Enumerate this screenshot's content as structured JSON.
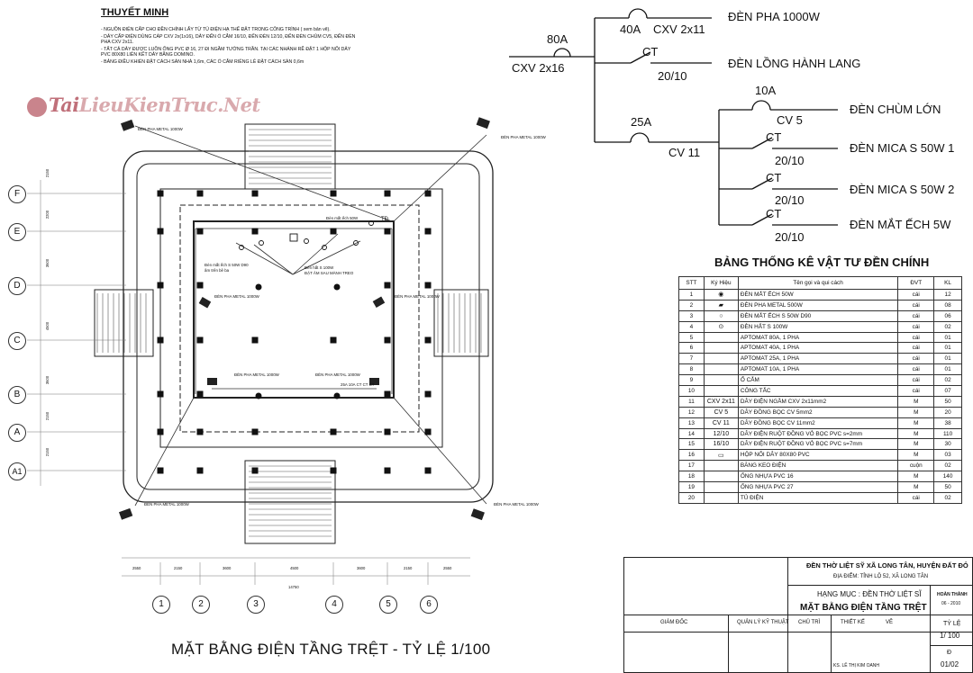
{
  "notes": {
    "title": "THUYẾT MINH",
    "items": [
      "- NGUỒN ĐIỆN CẤP CHO ĐỀN CHÍNH LẤY TỪ TỦ ĐIỆN HẠ THẾ ĐẶT TRONG CÔNG TRÌNH ( xem bản vẽ).",
      "- DÂY CẤP ĐIỆN DÙNG CÁP CXV 2x(1x16), DÂY ĐẾN Ổ CẮM 16/10, ĐẾN ĐÈN 12/10, ĐẾN ĐÈN CHÙM CV5, ĐẾN ĐÈN PHA CXV 2x11.",
      "- TẤT CẢ DÂY ĐƯỢC LUỒN ỐNG PVC Ø 16, 27  ĐI NGẦM TƯỜNG TRẦN. TẠI CÁC NHÁNH RẼ ĐẶT 1 HỘP NỐI DÂY PVC 80X80 LIÊN KẾT DÂY BẰNG DOMINO.",
      "- BẢNG ĐIỀU KHIỂN ĐẶT CÁCH SÀN NHÀ 1,6m, CÁC Ổ CẮM RIÊNG LẺ ĐẶT CÁCH SÀN 0,6m"
    ]
  },
  "watermark": {
    "prefix": "Tai",
    "rest": "LieuKienTruc.Net"
  },
  "schematic": {
    "main_breaker": "80A",
    "main_cable": "CXV 2x16",
    "b1_breaker": "40A",
    "b1_cable": "CXV 2x11",
    "b1_load": "ĐÈN PHA 1000W",
    "b2_switch": "CT",
    "b2_cable": "20/10",
    "b2_load": "ĐÈN LỒNG HÀNH LANG",
    "sub_breaker": "25A",
    "sub_cable": "CV 11",
    "s1_breaker": "10A",
    "s1_cable": "CV 5",
    "s1_load": "ĐÈN CHÙM LỚN",
    "s2_switch": "CT",
    "s2_cable": "20/10",
    "s2_load": "ĐÈN MICA S 50W 1",
    "s3_switch": "CT",
    "s3_cable": "20/10",
    "s3_load": "ĐÈN MICA S 50W 2",
    "s4_switch": "CT",
    "s4_cable": "20/10",
    "s4_load": "ĐÈN MẮT ẾCH 5W"
  },
  "materials": {
    "title": "BẢNG THỐNG KÊ VẬT TƯ ĐỀN CHÍNH",
    "headers": [
      "STT",
      "Ký Hiệu",
      "Tên gọi và qui cách",
      "ĐVT",
      "KL"
    ],
    "rows": [
      {
        "stt": "1",
        "sym": "◉",
        "name": "ĐÈN MẮT ẾCH 50W",
        "unit": "cái",
        "qty": "12"
      },
      {
        "stt": "2",
        "sym": "▰",
        "name": "ĐÈN PHA METAL 500W",
        "unit": "cái",
        "qty": "08"
      },
      {
        "stt": "3",
        "sym": "○",
        "name": "ĐÈN MẮT ẾCH S 50W D90",
        "unit": "cái",
        "qty": "06"
      },
      {
        "stt": "4",
        "sym": "⊙",
        "name": "ĐÈN HẮT S 100W",
        "unit": "cái",
        "qty": "02"
      },
      {
        "stt": "5",
        "sym": "",
        "name": "APTOMAT 80A, 1 PHA",
        "unit": "cái",
        "qty": "01"
      },
      {
        "stt": "6",
        "sym": "",
        "name": "APTOMAT 40A, 1 PHA",
        "unit": "cái",
        "qty": "01"
      },
      {
        "stt": "7",
        "sym": "",
        "name": "APTOMAT 25A, 1 PHA",
        "unit": "cái",
        "qty": "01"
      },
      {
        "stt": "8",
        "sym": "",
        "name": "APTOMAT 10A, 1 PHA",
        "unit": "cái",
        "qty": "01"
      },
      {
        "stt": "9",
        "sym": "",
        "name": "Ổ CẮM",
        "unit": "cái",
        "qty": "02"
      },
      {
        "stt": "10",
        "sym": "",
        "name": "CÔNG TẮC",
        "unit": "cái",
        "qty": "07"
      },
      {
        "stt": "11",
        "sym": "CXV 2x11",
        "name": "DÂY ĐIỆN NGẦM CXV 2x11mm2",
        "unit": "M",
        "qty": "50"
      },
      {
        "stt": "12",
        "sym": "CV 5",
        "name": "DÂY ĐỒNG BỌC CV 5mm2",
        "unit": "M",
        "qty": "20"
      },
      {
        "stt": "13",
        "sym": "CV 11",
        "name": "DÂY ĐỒNG BỌC CV 11mm2",
        "unit": "M",
        "qty": "38"
      },
      {
        "stt": "14",
        "sym": "12/10",
        "name": "DÂY ĐIỆN RUỘT ĐỒNG VỎ BỌC PVC s=2mm",
        "unit": "M",
        "qty": "110"
      },
      {
        "stt": "15",
        "sym": "16/10",
        "name": "DÂY ĐIỆN RUỘT ĐỒNG VỎ BỌC PVC s=7mm",
        "unit": "M",
        "qty": "30"
      },
      {
        "stt": "16",
        "sym": "▭",
        "name": "HỘP NỐI DÂY 80X80 PVC",
        "unit": "M",
        "qty": "03"
      },
      {
        "stt": "17",
        "sym": "",
        "name": "BĂNG KEO ĐIỆN",
        "unit": "cuộn",
        "qty": "02"
      },
      {
        "stt": "18",
        "sym": "",
        "name": "ỐNG NHỰA PVC 16",
        "unit": "M",
        "qty": "140"
      },
      {
        "stt": "19",
        "sym": "",
        "name": "ỐNG NHỰA PVC 27",
        "unit": "M",
        "qty": "50"
      },
      {
        "stt": "20",
        "sym": "",
        "name": "TỦ ĐIỆN",
        "unit": "cái",
        "qty": "02"
      }
    ]
  },
  "title_block": {
    "project": "ĐỀN THỜ LIỆT SỸ XÃ LONG TÂN, HUYỆN ĐẤT ĐỎ",
    "location": "ĐỊA ĐIỂM: TỈNH LỘ 52, XÃ LONG TÂN",
    "category": "HẠNG MỤC : ĐỀN THỜ LIỆT SĨ",
    "drawing": "MẶT BẰNG ĐIỆN TẦNG TRỆT",
    "completed": "HOÀN THÀNH",
    "date": "06 - 2010",
    "director": "GIÁM ĐỐC",
    "tech_manager": "QUẢN LÝ KỸ THUẬT",
    "chief": "CHỦ TRÌ",
    "designer": "THIẾT KẾ",
    "drafter": "VẼ",
    "scale_label": "TỶ LỆ",
    "scale": "1/ 100",
    "sheet_label": "Đ",
    "sheet": "01/02",
    "signer": "KS. LÊ THỊ KIM OANH"
  },
  "plan": {
    "bottom_title": "MẶT BẰNG ĐIỆN TẦNG TRỆT - TỶ LỆ 1/100",
    "row_axes": [
      "F",
      "E",
      "D",
      "C",
      "B",
      "A",
      "A1"
    ],
    "col_axes": [
      "1",
      "2",
      "3",
      "4",
      "5",
      "6"
    ],
    "dims": [
      "2550",
      "2150",
      "3600",
      "4500",
      "3600",
      "2150",
      "2550"
    ],
    "total_dim": "14750",
    "left_dims": [
      "2150",
      "2200",
      "3600",
      "4500",
      "3600",
      "2150",
      "2150"
    ],
    "labels": {
      "pha_tl": "ĐÈN PHA METAL 1000W",
      "pha_tr": "ĐÈN PHA METAL 1000W",
      "pha_bl": "ĐÈN PHA METAL 1000W",
      "pha_br": "ĐÈN PHA METAL 1000W",
      "pha_l": "ĐÈN PHA METAL 1000W",
      "pha_r": "ĐÈN PHA METAL 1000W",
      "pha_bl2": "ĐÈN PHA METAL 1000W",
      "pha_br2": "ĐÈN PHA METAL 1000W",
      "mat_ech": "Đèn mắt ếch 50W",
      "mat_ech_s": "Đèn mắt ếch S 50W D90",
      "am_tran": "âm trên bê ba",
      "hat": "Đèn hắt S 100W",
      "dat_am": "ĐẶT ÂM SAU MÀNH TREO",
      "td": "TĐ",
      "panel": "25A  10A  CT  CT  CT"
    }
  }
}
